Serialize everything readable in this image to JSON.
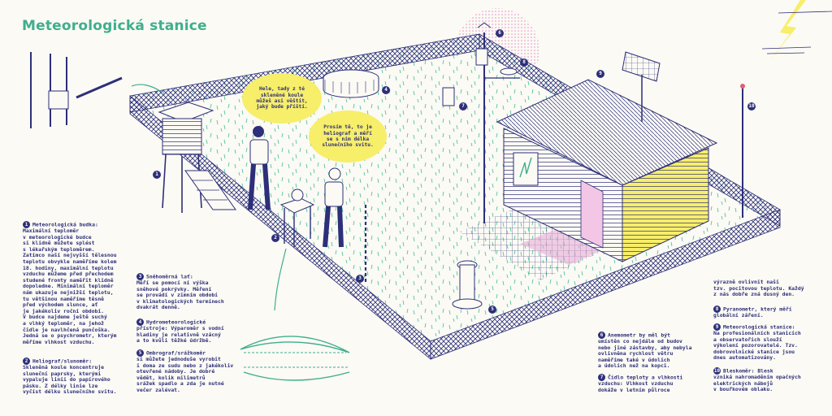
{
  "title": "Meteorologická stanice",
  "colors": {
    "ink": "#2d2f7a",
    "green": "#3fae8f",
    "yellow": "#f7ee6a",
    "pink": "#e8a6d6",
    "grass": "#56c3a0"
  },
  "bubbles": [
    {
      "text": "Hele, tady z té\nskleněné koule\nmůžeš asi věštit,\njaký bude příští."
    },
    {
      "text": "Prosím tě, to je\nheliograf a měří\nse s ním délka\nslunečního svitu."
    }
  ],
  "markers": [
    "1",
    "2",
    "3",
    "4",
    "5",
    "6",
    "7",
    "8",
    "9",
    "10"
  ],
  "notes": [
    {
      "num": "1",
      "text": "Meteorologická budka:\nMaximální teploměr\nv meteorologické budce\nsi klidně můžete splést\ns lékařským teploměrem.\nZatímco naší nejvyšší tělesnou\nteplotu obvykle naměříme kolem\n18. hodiny, maximální teplotu\nvzduchu můžeme před přechodem\nstudené fronty naměřit klidně\ndopoledne. Minimální teploměr\nnám ukazuje nejnižší teplotu,\ntu většinou naměříme těsně\npřed východem slunce, ať\nje jakékoliv roční období.\nV budce najdeme ještě suchý\na vlhký teploměr, na jehož\nčidle je navlhčená punčoška.\nJedná se o psychrometr, kterým\nměříme vlhkost vzduchu."
    },
    {
      "num": "2",
      "text": "Heliograf/slunoměr:\nSkleněná koule koncentruje\nsluneční paprsky, kterými\nvypaluje linii do papírového\npásku. Z délky linie lze\nvyčíst délku slunečního svitu."
    },
    {
      "num": "3",
      "text": "Sněhoměrná lať:\nMěří se pomocí ní výška\nsněhové pokrývky. Měření\nse provádí v zimním období\nv klimatologických termínech\ndvakrát denně."
    },
    {
      "num": "4",
      "text": "Hydrometeorologické\npřístroje: Výparoměr s vodní\nhladiny je relativně vzácný\na to kvůli těžké údržbě."
    },
    {
      "num": "5",
      "text": "Ombrograf/srážkoměr\nsi můžete jednoduše vyrobit\ni doma ze sudu nebo z jakékoliv\notevřené nádoby. Je dobré\nvědět, kolik milimetrů\nsrážek spadlo a zda je nutné\nvečer zalévat."
    },
    {
      "num": "6",
      "text": "Anemometr by měl být\numístěn co nejdále od budov\nnebo jiné zástavby, aby nebyla\novlivněna rychlost větru\nnaměříme také v údolích\na údolích než na kopci."
    },
    {
      "num": "7",
      "text": "Čidlo teploty a vlhkosti\nvzduchu: Vlhkost vzduchu\ndokáže v letním půlroce"
    },
    {
      "num": "",
      "text": "výrazně ovlivnit naši\ntzv. pocitovou teplotu. Každý\nz nás dobře zná dusný den."
    },
    {
      "num": "8",
      "text": "Pyranometr, který měří\nglobální záření."
    },
    {
      "num": "9",
      "text": "Meteorologická stanice:\nNa profesionálních stanicích\na observatořích slouží\nvýkolení pozorovatelé. Tzv.\ndobrovolnické stanice jsou\ndnes automatizovány."
    },
    {
      "num": "10",
      "text": "Bleskoměr: Blesk\nvzniká nahromaděním opačných\nelektrických nábojů\nv bouřkovém oblaku."
    }
  ]
}
